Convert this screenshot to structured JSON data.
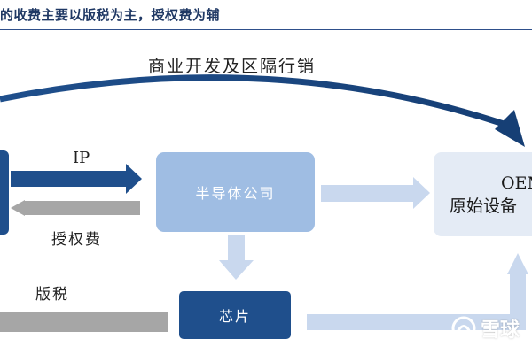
{
  "header": {
    "title": "的收费主要以版税为主，授权费为辅"
  },
  "diagram": {
    "top_arrow_label": "商业开发及区隔行销",
    "ip_label": "IP",
    "license_fee_label": "授权费",
    "royalty_label": "版税",
    "nodes": {
      "semiconductor_company": "半导体公司",
      "chip": "芯片",
      "oem_line1": "OEM",
      "oem_line2": "原始设备"
    }
  },
  "watermark": {
    "text": "雪球"
  },
  "colors": {
    "title": "#1f3864",
    "dark_blue": "#1f4f8c",
    "mid_blue": "#9fbde3",
    "pale_blue": "#c9d8ee",
    "light_panel": "#e4ebf5",
    "gray": "#a6a6a6"
  }
}
